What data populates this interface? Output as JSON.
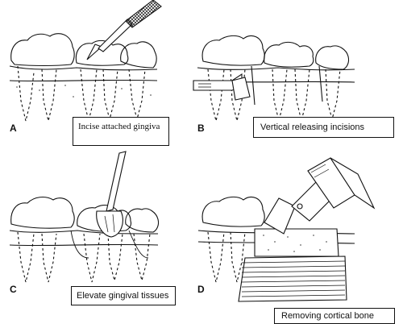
{
  "panels": [
    {
      "letter": "A",
      "caption": "Incise attached gingiva"
    },
    {
      "letter": "B",
      "caption": "Vertical releasing incisions"
    },
    {
      "letter": "C",
      "caption": "Elevate gingival tissues"
    },
    {
      "letter": "D",
      "caption": "Removing cortical bone"
    }
  ]
}
